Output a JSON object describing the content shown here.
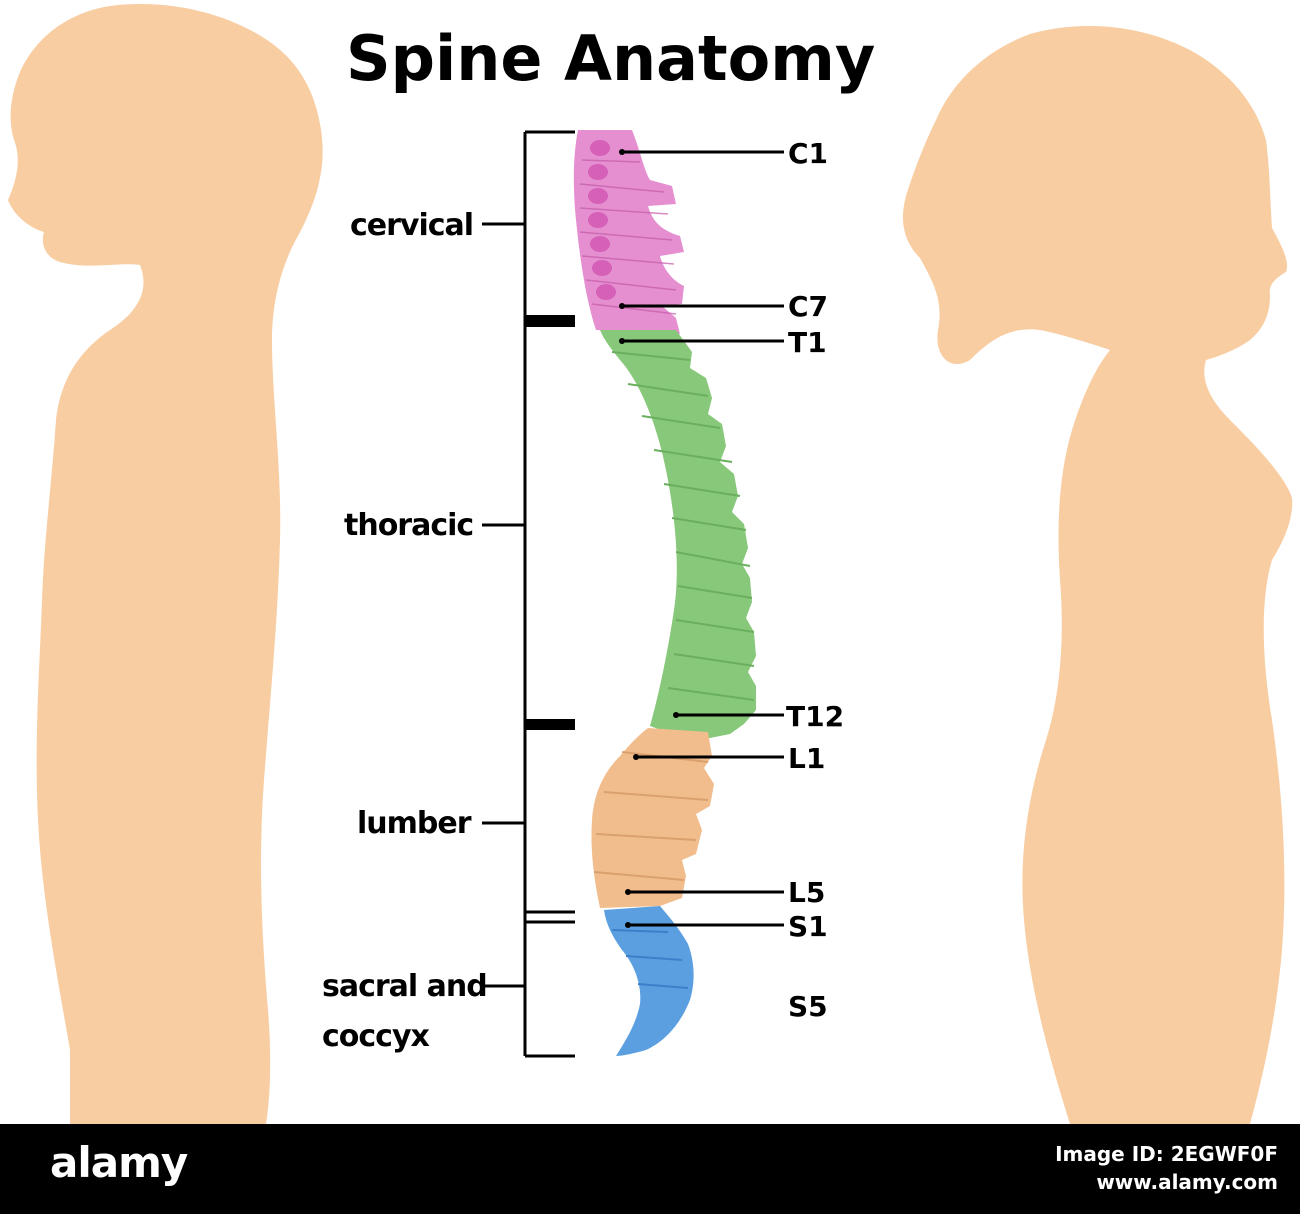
{
  "title": "Spine Anatomy",
  "regions": {
    "cervical": "cervical",
    "thoracic": "thoracic",
    "lumbar": "lumber",
    "sacral_line1": "sacral and",
    "sacral_line2": "coccyx"
  },
  "vertebra_labels": {
    "c1": "C1",
    "c7": "C7",
    "t1": "T1",
    "t12": "T12",
    "l1": "L1",
    "l5": "L5",
    "s1": "S1",
    "s5": "S5"
  },
  "colors": {
    "background": "#ffffff",
    "silhouette": "#f9cda2",
    "cervical": "#e58fd0",
    "cervical_dark": "#d660b8",
    "thoracic": "#88c87a",
    "thoracic_dark": "#6aaf5e",
    "lumbar": "#f1bd8d",
    "lumbar_dark": "#daa06d",
    "sacral": "#5b9fe0",
    "sacral_dark": "#3d7fc8",
    "footer": "#000000"
  },
  "footer": {
    "logo": "alamy",
    "line1": "Image ID: 2EGWF0F",
    "line2": "www.alamy.com"
  }
}
